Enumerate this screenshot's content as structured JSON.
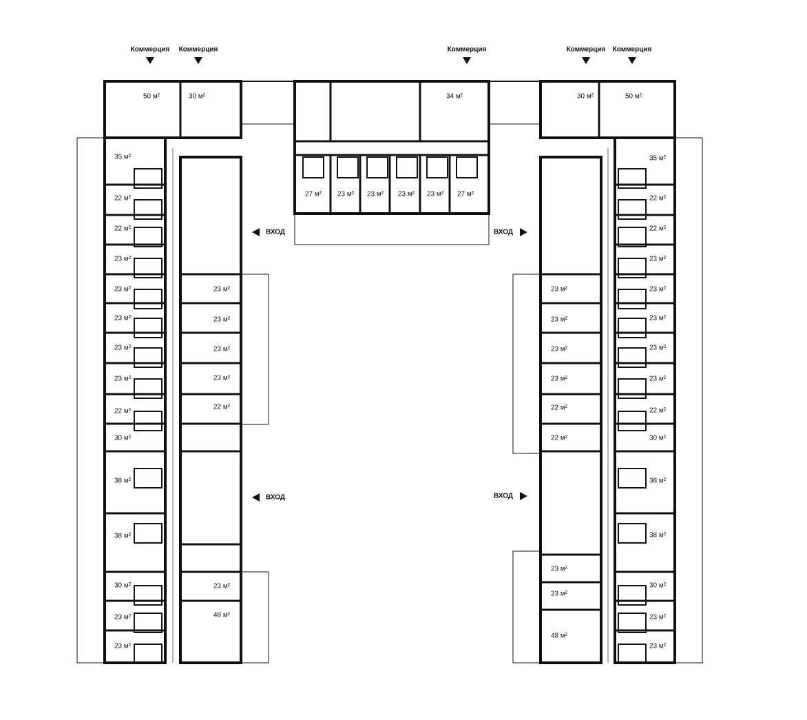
{
  "commerce_labels": [
    "Коммерция",
    "Коммерция",
    "Коммерция",
    "Коммерция",
    "Коммерция"
  ],
  "entrance_labels": [
    "ВХОД",
    "ВХОД",
    "ВХОД",
    "ВХОД"
  ],
  "unit": "м²",
  "areas": {
    "left_top": [
      "50 м²",
      "30 м²"
    ],
    "center": [
      "34 м²",
      "27 м²",
      "23 м²",
      "23 м²",
      "23 м²",
      "23 м²",
      "27 м²"
    ],
    "right_top": [
      "30 м²",
      "50 м²"
    ],
    "left_outer": [
      "35 м²",
      "22 м²",
      "22 м²",
      "23 м²",
      "23 м²",
      "23 м²",
      "23 м²",
      "23 м²",
      "22 м²",
      "30 м²",
      "38 м²",
      "38 м²",
      "30 м²",
      "23 м²",
      "23 м²"
    ],
    "left_inner": [
      "23 м²",
      "23 м²",
      "23 м²",
      "23 м²",
      "22 м²",
      "23 м²",
      "48 м²"
    ],
    "right_inner": [
      "23 м²",
      "23 м²",
      "23 м²",
      "23 м²",
      "22 м²",
      "22 м²",
      "23 м²",
      "23 м²",
      "48 м²"
    ],
    "right_outer": [
      "35 м²",
      "22 м²",
      "22 м²",
      "23 м²",
      "23 м²",
      "23 м²",
      "23 м²",
      "23 м²",
      "22 м²",
      "30 м²",
      "38 м²",
      "38 м²",
      "30 м²",
      "23 м²",
      "23 м²"
    ]
  }
}
